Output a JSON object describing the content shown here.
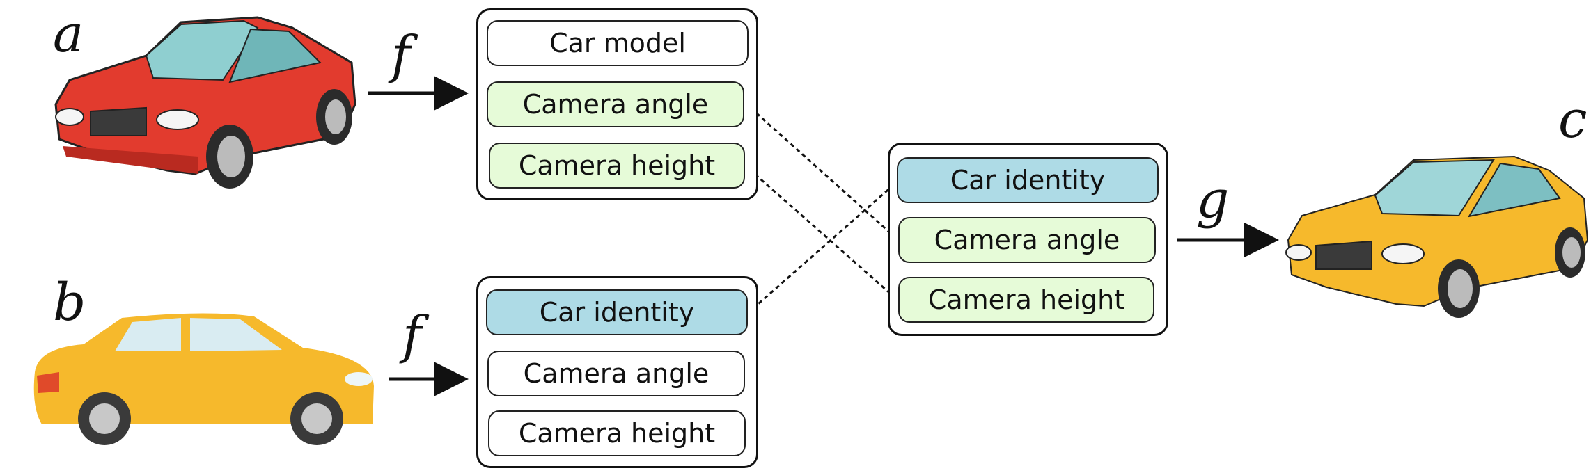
{
  "labels": {
    "a": "a",
    "b": "b",
    "c": "c",
    "f_top": "f",
    "f_bottom": "f",
    "g": "g"
  },
  "box_a": {
    "item1": "Car model",
    "item2": "Camera angle",
    "item3": "Camera height"
  },
  "box_b": {
    "item1": "Car identity",
    "item2": "Camera angle",
    "item3": "Camera height"
  },
  "box_c": {
    "item1": "Car identity",
    "item2": "Camera angle",
    "item3": "Camera height"
  },
  "colors": {
    "camera_highlight": "#e6fbd8",
    "identity_highlight": "#aedbe6",
    "red_car": "#e23b2e",
    "yellow_car": "#f6b92c",
    "outline": "#111111"
  },
  "icons": [
    "red-sedan-image",
    "yellow-sedan-side-image",
    "yellow-sedan-front-image"
  ]
}
